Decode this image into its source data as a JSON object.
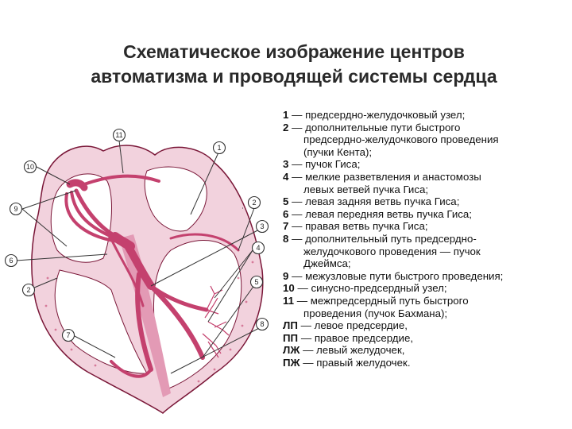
{
  "title": {
    "line1": "Схематическое изображение центров",
    "line2": "автоматизма и проводящей системы сердца"
  },
  "diagram": {
    "callouts": [
      "11",
      "1",
      "10",
      "9",
      "2",
      "3",
      "6",
      "4",
      "5",
      "2",
      "8",
      "7"
    ]
  },
  "legend": [
    {
      "key": "1",
      "lines": [
        "— предсердно-желудочковый узел;"
      ]
    },
    {
      "key": "2",
      "lines": [
        "— дополнительные пути быстрого",
        "предсердно-желудочкового проведения",
        "(пучки Кента);"
      ]
    },
    {
      "key": "3",
      "lines": [
        "— пучок Гиса;"
      ]
    },
    {
      "key": "4",
      "lines": [
        "— мелкие разветвления и анастомозы",
        "левых ветвей пучка Гиса;"
      ]
    },
    {
      "key": "5",
      "lines": [
        "— левая задняя ветвь пучка Гиса;"
      ]
    },
    {
      "key": "6",
      "lines": [
        "— левая передняя ветвь пучка Гиса;"
      ]
    },
    {
      "key": "7",
      "lines": [
        "— правая ветвь пучка Гиса;"
      ]
    },
    {
      "key": "8",
      "lines": [
        "— дополнительный путь предсердно-",
        "желудочкового проведения — пучок",
        "Джеймса;"
      ]
    },
    {
      "key": "9",
      "lines": [
        "— межузловые пути быстрого проведения;"
      ]
    },
    {
      "key": "10",
      "lines": [
        "— синусно-предсердный узел;"
      ]
    },
    {
      "key": "11",
      "lines": [
        "— межпредсердный путь быстрого",
        "проведения (пучок Бахмана);"
      ]
    },
    {
      "key": "ЛП",
      "lines": [
        "— левое предсердие,"
      ]
    },
    {
      "key": "ПП",
      "lines": [
        "— правое предсердие,"
      ]
    },
    {
      "key": "ЛЖ",
      "lines": [
        "— левый желудочек,"
      ]
    },
    {
      "key": "ПЖ",
      "lines": [
        "— правый желудочек."
      ]
    }
  ],
  "colors": {
    "tissue": "#c4416e",
    "tissue_light": "#e39ab5",
    "wall": "#f2d2dd",
    "outline": "#7a1738"
  }
}
